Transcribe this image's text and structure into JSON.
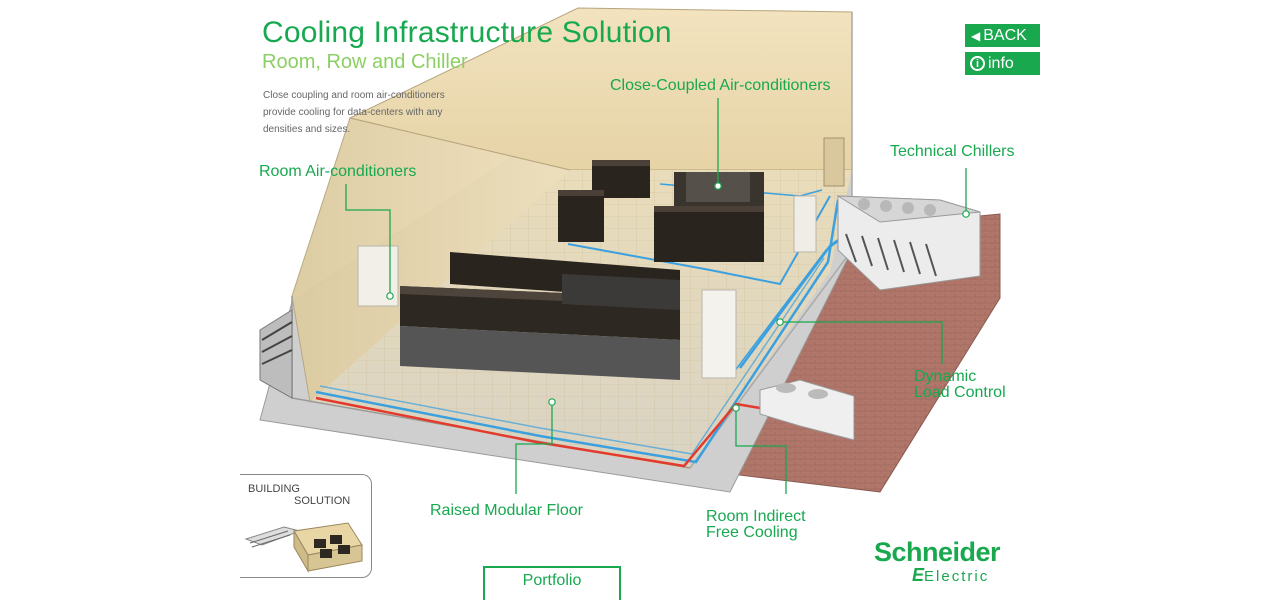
{
  "header": {
    "title": "Cooling Infrastructure Solution",
    "subtitle": "Room, Row and Chiller",
    "description": "Close coupling and room air-conditioners provide cooling for data-centers with any densities and sizes."
  },
  "buttons": {
    "back_label": "BACK",
    "info_label": "info"
  },
  "labels": {
    "close_coupled": "Close-Coupled Air-conditioners",
    "technical_chillers": "Technical Chillers",
    "room_ac": "Room Air-conditioners",
    "dynamic_line1": "Dynamic",
    "dynamic_line2": "Load Control",
    "raised_floor": "Raised Modular Floor",
    "free_cooling_line1": "Room Indirect",
    "free_cooling_line2": "Free Cooling"
  },
  "building_solution": {
    "line1": "BUILDING",
    "line2": "SOLUTION"
  },
  "portfolio_label": "Portfolio",
  "logo": {
    "brand": "Schneider",
    "sub": "Electric",
    "mark": "E"
  },
  "colors": {
    "accent": "#1aa84f",
    "subtitle": "#8ccf62",
    "pipe_blue": "#3aa0e0",
    "pipe_red": "#e23b2e"
  }
}
